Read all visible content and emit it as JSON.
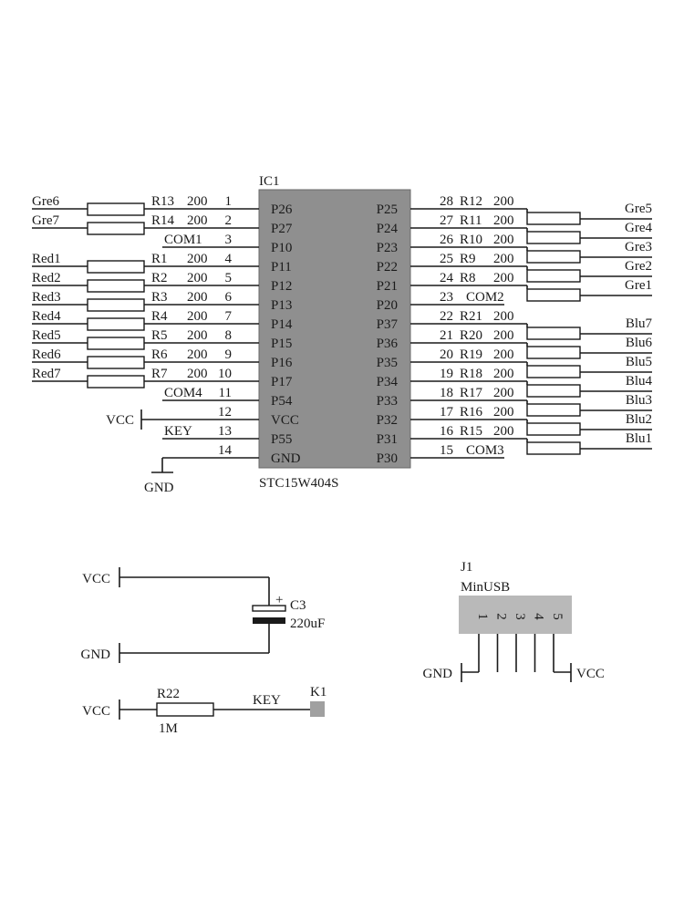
{
  "ic": {
    "ref": "IC1",
    "part": "STC15W404S",
    "left_pins": [
      {
        "num": "1",
        "name": "P26",
        "net": "Gre6",
        "res": "R13",
        "val": "200"
      },
      {
        "num": "2",
        "name": "P27",
        "net": "Gre7",
        "res": "R14",
        "val": "200"
      },
      {
        "num": "3",
        "name": "P10",
        "net": "COM1",
        "res": "",
        "val": ""
      },
      {
        "num": "4",
        "name": "P11",
        "net": "Red1",
        "res": "R1",
        "val": "200"
      },
      {
        "num": "5",
        "name": "P12",
        "net": "Red2",
        "res": "R2",
        "val": "200"
      },
      {
        "num": "6",
        "name": "P13",
        "net": "Red3",
        "res": "R3",
        "val": "200"
      },
      {
        "num": "7",
        "name": "P14",
        "net": "Red4",
        "res": "R4",
        "val": "200"
      },
      {
        "num": "8",
        "name": "P15",
        "net": "Red5",
        "res": "R5",
        "val": "200"
      },
      {
        "num": "9",
        "name": "P16",
        "net": "Red6",
        "res": "R6",
        "val": "200"
      },
      {
        "num": "10",
        "name": "P17",
        "net": "Red7",
        "res": "R7",
        "val": "200"
      },
      {
        "num": "11",
        "name": "P54",
        "net": "COM4",
        "res": "",
        "val": ""
      },
      {
        "num": "12",
        "name": "VCC",
        "net": "VCC",
        "res": "",
        "val": ""
      },
      {
        "num": "13",
        "name": "P55",
        "net": "KEY",
        "res": "",
        "val": ""
      },
      {
        "num": "14",
        "name": "GND",
        "net": "GND",
        "res": "",
        "val": ""
      }
    ],
    "right_pins": [
      {
        "num": "28",
        "name": "P25",
        "net": "Gre5",
        "res": "R12",
        "val": "200"
      },
      {
        "num": "27",
        "name": "P24",
        "net": "Gre4",
        "res": "R11",
        "val": "200"
      },
      {
        "num": "26",
        "name": "P23",
        "net": "Gre3",
        "res": "R10",
        "val": "200"
      },
      {
        "num": "25",
        "name": "P22",
        "net": "Gre2",
        "res": "R9",
        "val": "200"
      },
      {
        "num": "24",
        "name": "P21",
        "net": "Gre1",
        "res": "R8",
        "val": "200"
      },
      {
        "num": "23",
        "name": "P20",
        "net": "COM2",
        "res": "",
        "val": ""
      },
      {
        "num": "22",
        "name": "P37",
        "net": "Blu7",
        "res": "R21",
        "val": "200"
      },
      {
        "num": "21",
        "name": "P36",
        "net": "Blu6",
        "res": "R20",
        "val": "200"
      },
      {
        "num": "20",
        "name": "P35",
        "net": "Blu5",
        "res": "R19",
        "val": "200"
      },
      {
        "num": "19",
        "name": "P34",
        "net": "Blu4",
        "res": "R18",
        "val": "200"
      },
      {
        "num": "18",
        "name": "P33",
        "net": "Blu3",
        "res": "R17",
        "val": "200"
      },
      {
        "num": "17",
        "name": "P32",
        "net": "Blu2",
        "res": "R16",
        "val": "200"
      },
      {
        "num": "16",
        "name": "P31",
        "net": "Blu1",
        "res": "R15",
        "val": "200"
      },
      {
        "num": "15",
        "name": "P30",
        "net": "COM3",
        "res": "",
        "val": ""
      }
    ]
  },
  "cap": {
    "vcc": "VCC",
    "gnd": "GND",
    "ref": "C3",
    "value": "220uF",
    "plus": "+"
  },
  "key_circuit": {
    "vcc": "VCC",
    "res": "R22",
    "val": "1M",
    "net": "KEY",
    "switch": "K1"
  },
  "usb": {
    "ref": "J1",
    "part": "MinUSB",
    "pins": [
      "1",
      "2",
      "3",
      "4",
      "5"
    ],
    "gnd": "GND",
    "vcc": "VCC"
  },
  "colors": {
    "ink": "#1a1a1a",
    "ic_fill": "#8f8f8f",
    "connector_fill": "#b9b9b9"
  }
}
